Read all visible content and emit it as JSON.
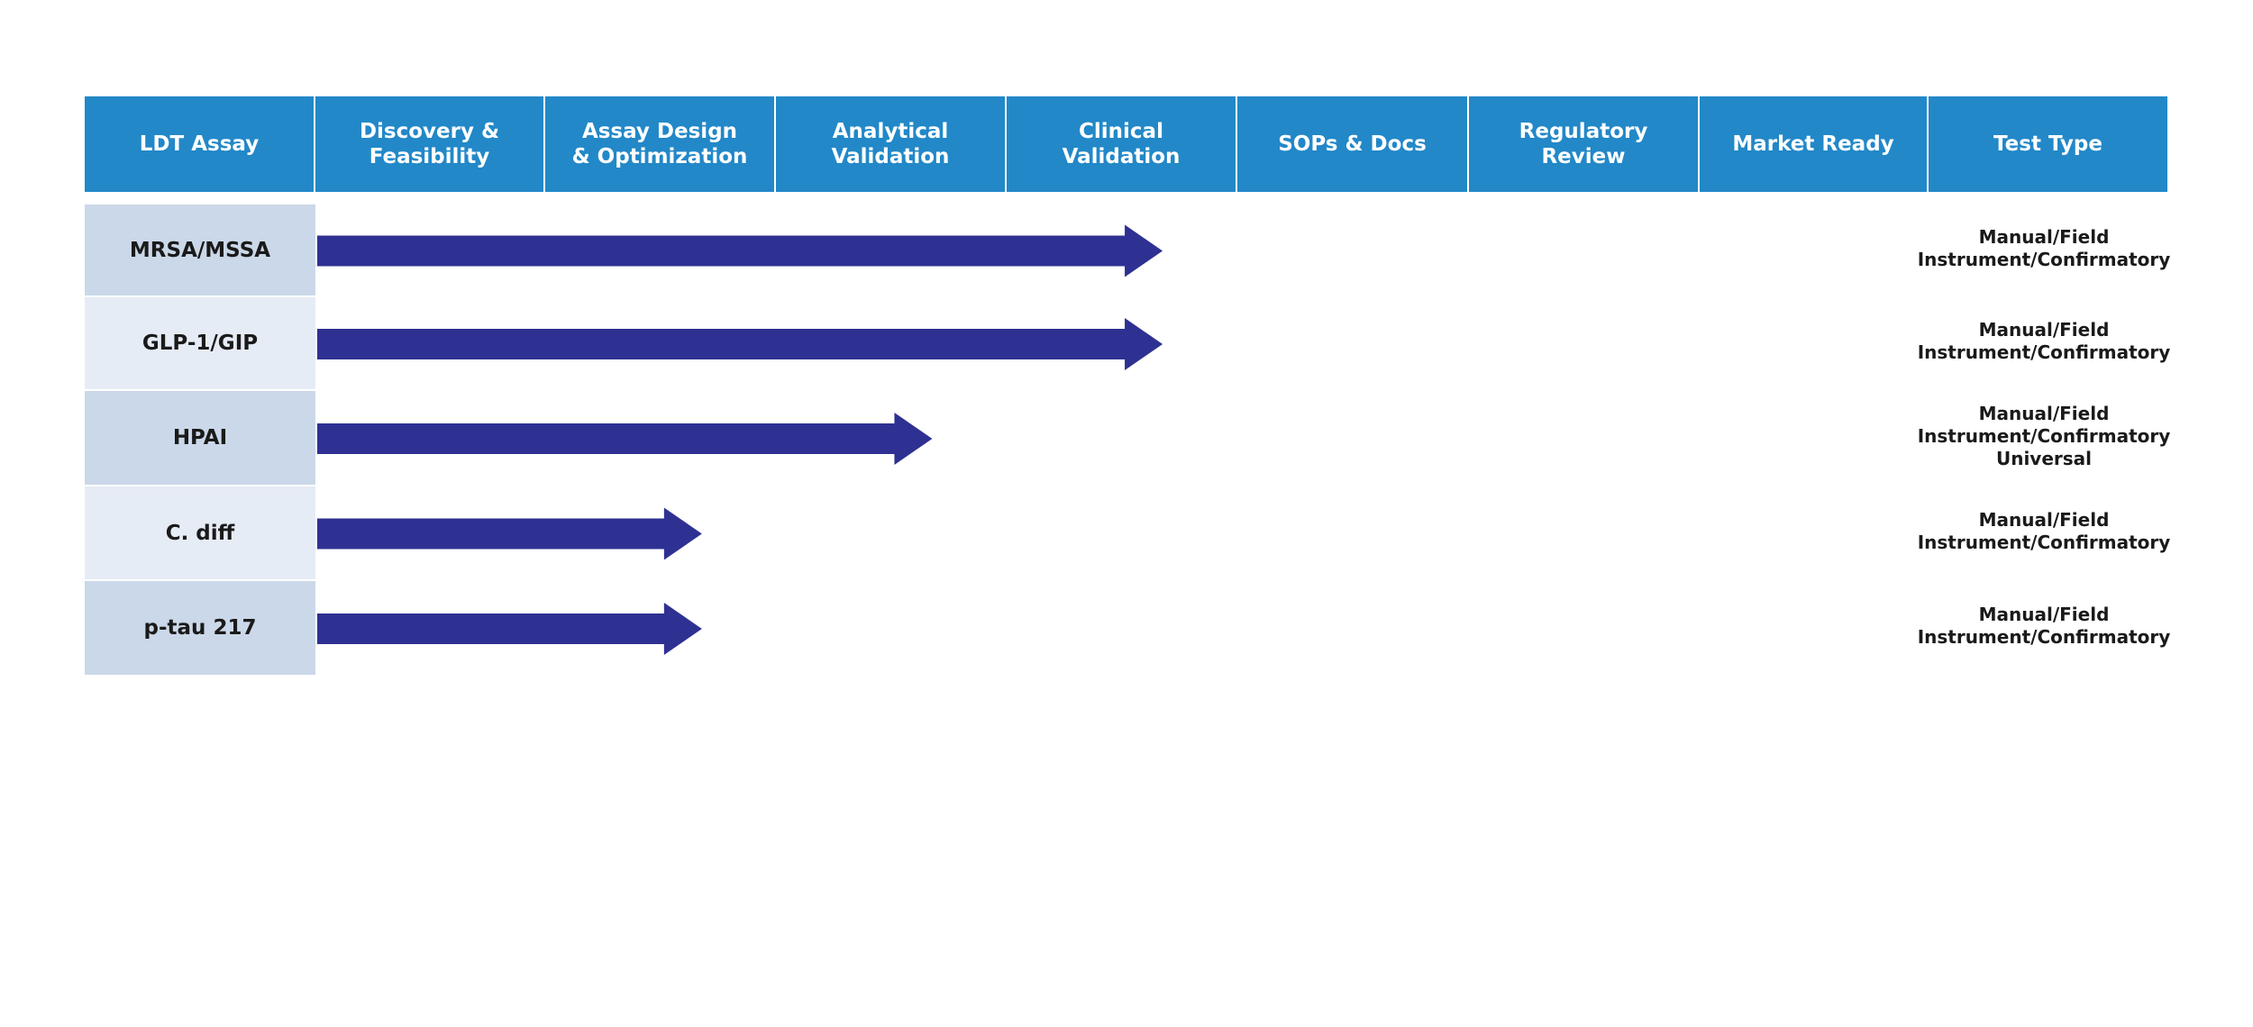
{
  "header": {
    "columns": [
      "LDT Assay",
      "Discovery &\nFeasibility",
      "Assay Design\n& Optimization",
      "Analytical\nValidation",
      "Clinical\nValidation",
      "SOPs & Docs",
      "Regulatory\nReview",
      "Market Ready",
      "Test Type"
    ]
  },
  "rows": [
    {
      "assay": "MRSA/MSSA",
      "stage_reached": "Clinical Validation",
      "stages_completed": 3.67,
      "test_type": "Manual/Field\nInstrument/Confirmatory"
    },
    {
      "assay": "GLP-1/GIP",
      "stage_reached": "Clinical Validation",
      "stages_completed": 3.67,
      "test_type": "Manual/Field\nInstrument/Confirmatory"
    },
    {
      "assay": "HPAI",
      "stage_reached": "Analytical Validation",
      "stages_completed": 2.67,
      "test_type": "Manual/Field\nInstrument/Confirmatory\nUniversal"
    },
    {
      "assay": "C. diff",
      "stage_reached": "Assay Design & Optimization",
      "stages_completed": 1.67,
      "test_type": "Manual/Field\nInstrument/Confirmatory"
    },
    {
      "assay": "p-tau 217",
      "stage_reached": "Assay Design & Optimization",
      "stages_completed": 1.67,
      "test_type": "Manual/Field\nInstrument/Confirmatory"
    }
  ],
  "colors": {
    "header_bg": "#2288c8",
    "header_text": "#ffffff",
    "row_bg_dark": "#cbd8e9",
    "row_bg_light": "#e6ecf5",
    "arrow": "#2e3192"
  }
}
